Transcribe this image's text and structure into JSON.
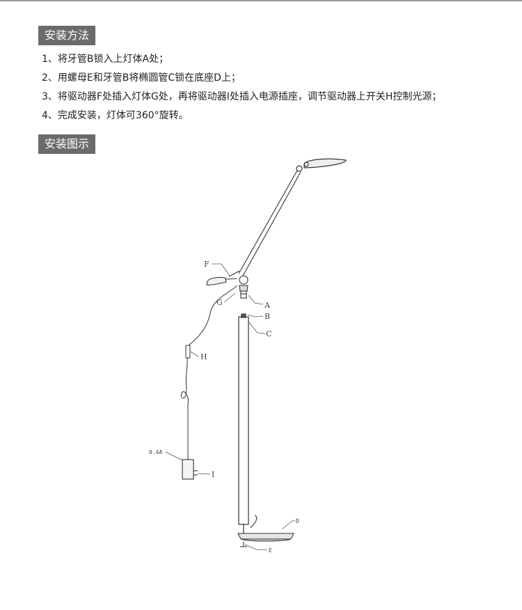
{
  "sections": {
    "method_title": "安装方法",
    "diagram_title": "安装图示"
  },
  "steps": [
    "1、将牙管B锁入上灯体A处；",
    "2、用螺母E和牙管B将椭圆管C锁在底座D上；",
    "3、将驱动器F处插入灯体G处，再将驱动器I处插入电源插座，调节驱动器上开关H控制光源；",
    "4、完成安装，灯体可360°旋转。"
  ],
  "diagram": {
    "labels": {
      "A": "A",
      "B": "B",
      "C": "C",
      "D": "D",
      "E": "E",
      "F": "F",
      "G": "G",
      "H": "H",
      "I": "I",
      "rating": "0.4A"
    }
  }
}
